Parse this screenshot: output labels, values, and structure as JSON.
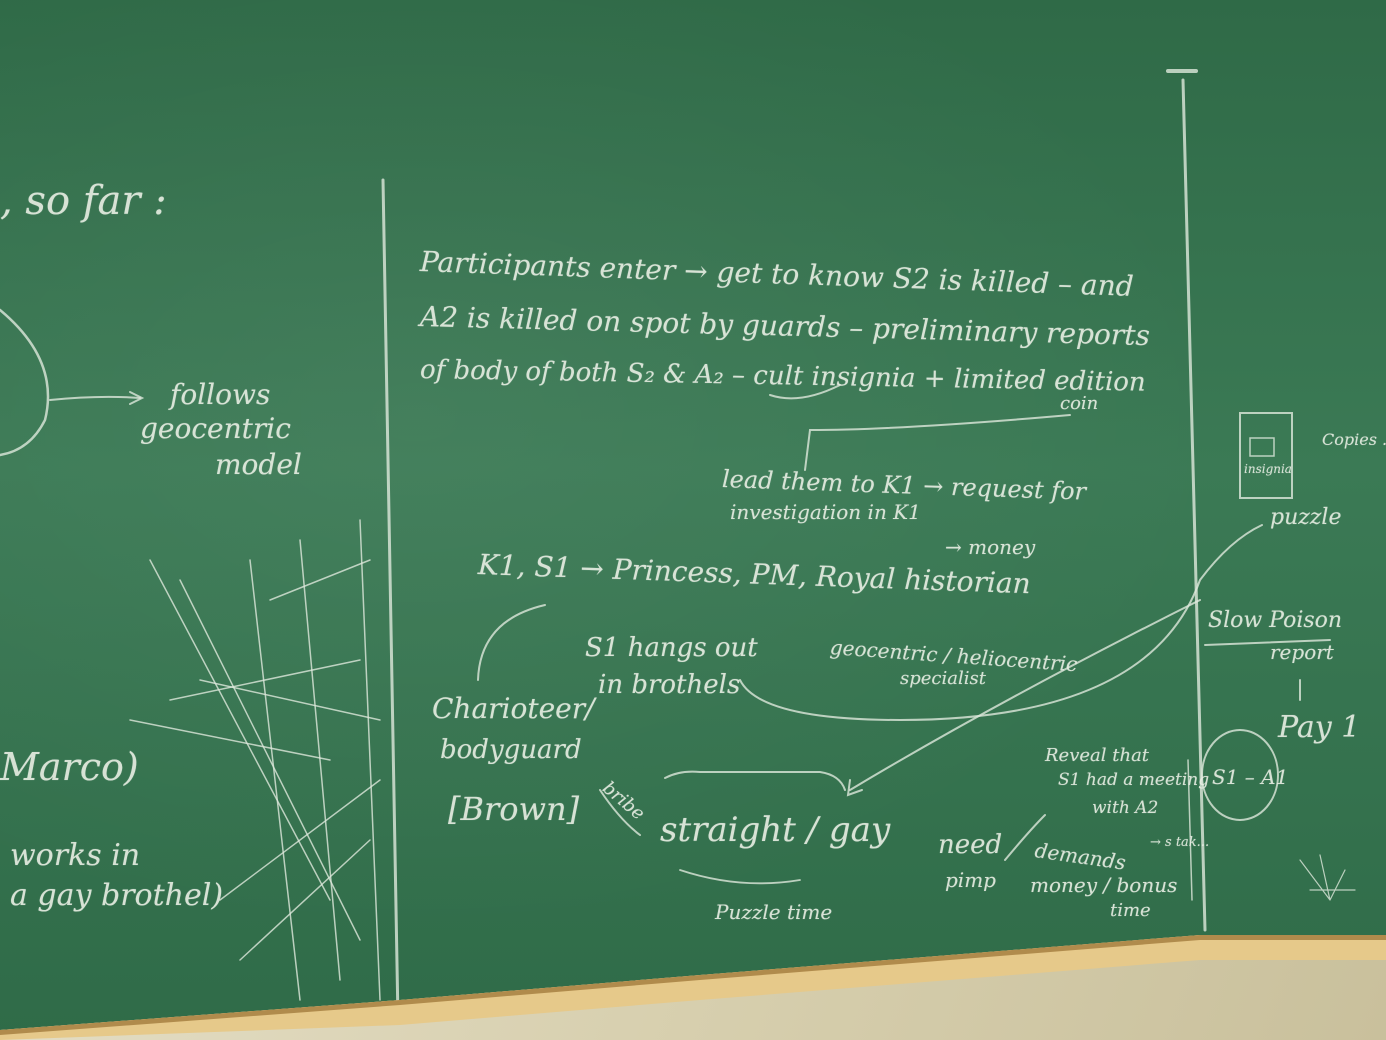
{
  "board": {
    "left_panel": {
      "heading": ", so far :",
      "follows": "follows",
      "geocentric": "geocentric",
      "model": "model",
      "marco": "Marco)",
      "works_in": "works in",
      "gay_brothel": "a gay brothel)"
    },
    "center_panel": {
      "line1": "Participants enter →  get to know S2 is killed – and",
      "line2": "A2 is killed on spot by guards – preliminary reports",
      "line3": "of body of both S₂ & A₂ –  cult insignia + limited edition",
      "coin": "coin",
      "lead_line1": "lead them to K1 → request for",
      "lead_line2": "investigation in K1",
      "money": "→ money",
      "k1_line": "K1,  S1 → Princess, PM, Royal historian",
      "s1_hangs": "S1 hangs out",
      "in_brothels": "in brothels",
      "geocentric_note": "geocentric / heliocentric",
      "specialist": "specialist",
      "charioteer": "Charioteer/",
      "bodyguard": "bodyguard",
      "brown": "[Brown]",
      "bribe": "bribe",
      "straight_gay": "straight / gay",
      "puzzle_time": "Puzzle time",
      "need_pimp": "need",
      "pimp": "pimp",
      "demands": "demands",
      "money_bonus": "money / bonus",
      "time": "time",
      "reveal1": "Reveal that",
      "reveal2": "S1 had a meeting",
      "reveal3": "with A2",
      "side_small": "→ s tak..."
    },
    "right_panel": {
      "insignia": "insignia",
      "puzzle": "puzzle",
      "slow_poison": "Slow Poison",
      "report": "report",
      "pay": "Pay 1",
      "s1_a1": "S1 – A1",
      "corner_text": "Copies ... prop..."
    }
  }
}
